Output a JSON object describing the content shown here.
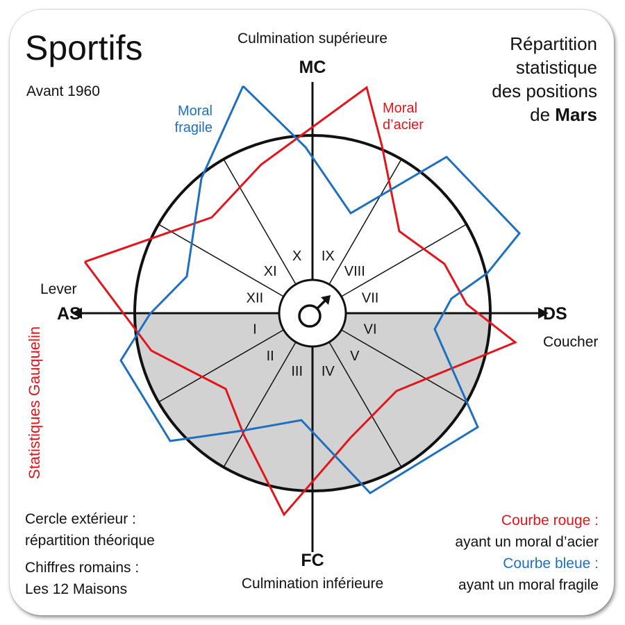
{
  "title": "Sportifs",
  "subtitle": "Avant 1960",
  "description": {
    "line1": "Répartition",
    "line2": "statistique",
    "line3": "des positions",
    "line4_prefix": "de ",
    "line4_bold": "Mars"
  },
  "axes": {
    "top_caption": "Culmination supérieure",
    "top": "MC",
    "bottom": "FC",
    "bottom_caption": "Culmination inférieure",
    "left": "AS",
    "left_caption": "Lever",
    "right": "DS",
    "right_caption": "Coucher"
  },
  "houses": [
    "I",
    "II",
    "III",
    "IV",
    "V",
    "VI",
    "VII",
    "VIII",
    "IX",
    "X",
    "XI",
    "XII"
  ],
  "planet_symbol": "♂",
  "curve_labels": {
    "blue_line1": "Moral",
    "blue_line2": "fragile",
    "red_line1": "Moral",
    "red_line2": "d’acier"
  },
  "side_label": "Statistiques Gauquelin",
  "legend_left": {
    "line1": "Cercle extérieur :",
    "line2": "répartition théorique",
    "line3": "Chiffres romains :",
    "line4": "Les 12 Maisons"
  },
  "legend_right": {
    "red_title": "Courbe rouge :",
    "red_desc": "ayant un moral d’acier",
    "blue_title": "Courbe bleue :",
    "blue_desc": "ayant un moral fragile"
  },
  "colors": {
    "red": "#e4141b",
    "blue": "#1f6fbf",
    "lower_half": "#d2d2d2"
  },
  "diagram_data": {
    "red_curve_points": [
      [
        122,
        377
      ],
      [
        305,
        313
      ],
      [
        376,
        237
      ],
      [
        528,
        126
      ],
      [
        550,
        210
      ],
      [
        575,
        333
      ],
      [
        640,
        380
      ],
      [
        672,
        438
      ],
      [
        742,
        493
      ],
      [
        571,
        563
      ],
      [
        505,
        630
      ],
      [
        409,
        741
      ],
      [
        351,
        626
      ],
      [
        325,
        560
      ],
      [
        218,
        505
      ],
      [
        122,
        377
      ]
    ],
    "blue_curve_points": [
      [
        350,
        124
      ],
      [
        440,
        212
      ],
      [
        505,
        307
      ],
      [
        643,
        226
      ],
      [
        748,
        336
      ],
      [
        702,
        393
      ],
      [
        650,
        430
      ],
      [
        626,
        474
      ],
      [
        688,
        615
      ],
      [
        533,
        710
      ],
      [
        434,
        605
      ],
      [
        350,
        620
      ],
      [
        245,
        635
      ],
      [
        174,
        519
      ],
      [
        216,
        452
      ],
      [
        269,
        398
      ],
      [
        290,
        257
      ],
      [
        350,
        124
      ]
    ]
  }
}
